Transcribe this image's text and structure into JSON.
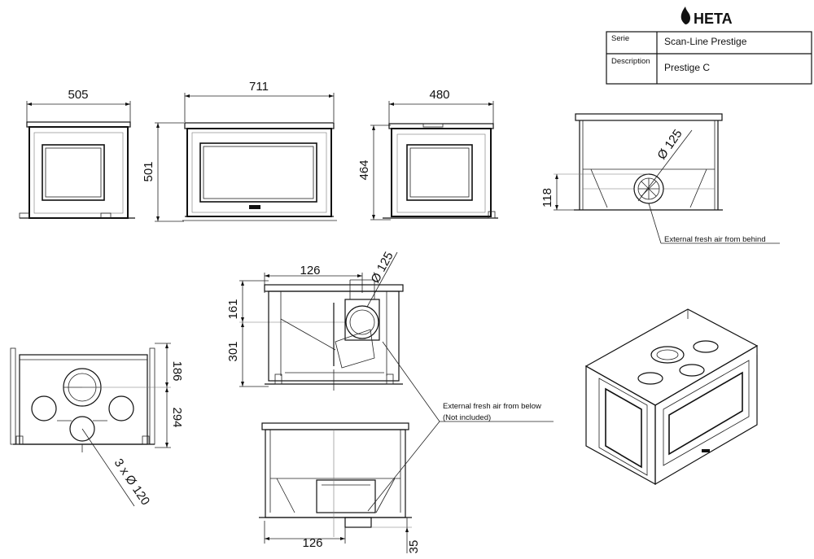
{
  "brand": {
    "name": "HETA",
    "logo": "flame-icon"
  },
  "title_block": {
    "rows": [
      {
        "key": "Serie",
        "value": "Scan-Line Prestige"
      },
      {
        "key": "Description",
        "value": "Prestige C"
      }
    ]
  },
  "dimensions": {
    "front_side_width": "505",
    "front_width": "711",
    "front_height": "501",
    "rear_width": "480",
    "rear_height": "464",
    "back_duct_diameter": "Ø 125",
    "back_inlet_height": "118",
    "top_center_offset": "126",
    "top_duct_diameter": "Ø 125",
    "top_depth_a": "161",
    "top_depth_b": "301",
    "bottom_depth_a": "186",
    "bottom_depth_b": "294",
    "bottom_holes": "3 x Ø 120",
    "bottom_center_offset": "126",
    "bottom_inlet_height": "35"
  },
  "notes": {
    "air_behind": "External fresh air from behind",
    "air_below_line1": "External fresh air from below",
    "air_below_line2": "(Not included)"
  },
  "colors": {
    "line": "#111111",
    "background": "#ffffff"
  }
}
